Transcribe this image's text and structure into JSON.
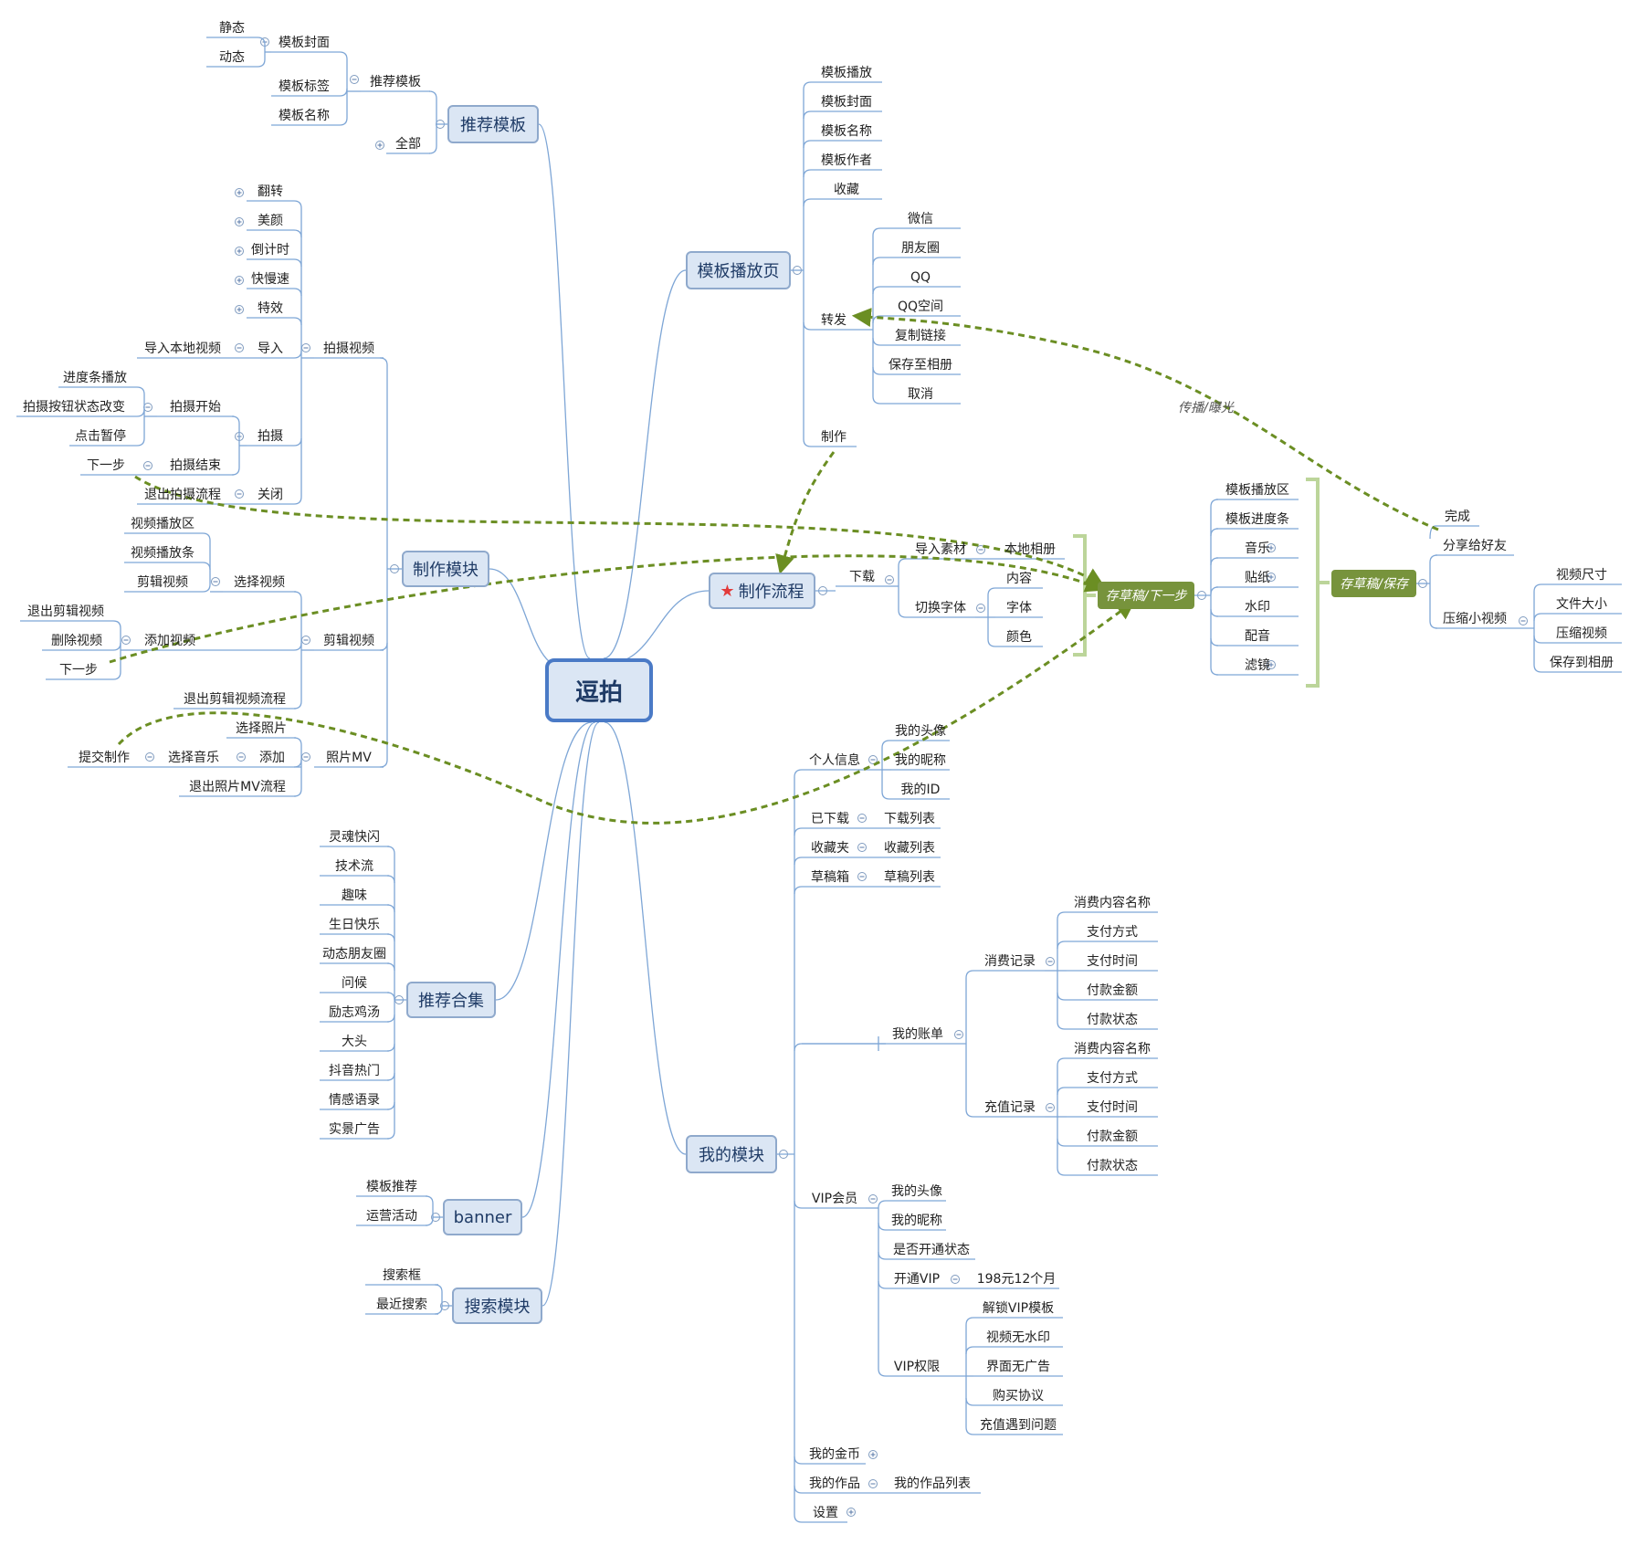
{
  "root": "逗拍",
  "topics": {
    "recommend_template": "推荐模板",
    "template_play_page": "模板播放页",
    "make_module": "制作模块",
    "make_flow": "制作流程",
    "recommend_collection": "推荐合集",
    "banner": "banner",
    "search_module": "搜索模块",
    "my_module": "我的模块"
  },
  "recommend_template": {
    "static": "静态",
    "dynamic": "动态",
    "template_cover": "模板封面",
    "template_tag": "模板标签",
    "template_name": "模板名称",
    "recommend_tpl": "推荐模板",
    "all": "全部"
  },
  "make_module": {
    "flip": "翻转",
    "beauty": "美颜",
    "countdown": "倒计时",
    "speed": "快慢速",
    "effects": "特效",
    "import_local_video": "导入本地视频",
    "import": "导入",
    "progress_play": "进度条播放",
    "btn_state_change": "拍摄按钮状态改变",
    "tap_pause": "点击暂停",
    "next_step_1": "下一步",
    "shoot_start": "拍摄开始",
    "shoot_end": "拍摄结束",
    "shoot": "拍摄",
    "exit_shoot_flow": "退出拍摄流程",
    "close": "关闭",
    "shoot_video": "拍摄视频",
    "video_play_area": "视频播放区",
    "video_play_bar": "视频播放条",
    "clip_video": "剪辑视频",
    "select_video": "选择视频",
    "exit_clip_video": "退出剪辑视频",
    "delete_video": "删除视频",
    "next_step_2": "下一步",
    "add_video": "添加视频",
    "edit_video": "剪辑视频",
    "exit_clip_flow": "退出剪辑视频流程",
    "select_photo": "选择照片",
    "submit_make": "提交制作",
    "select_music": "选择音乐",
    "add": "添加",
    "photo_mv": "照片MV",
    "exit_photo_mv_flow": "退出照片MV流程"
  },
  "collection_items": [
    "灵魂快闪",
    "技术流",
    "趣味",
    "生日快乐",
    "动态朋友圈",
    "问候",
    "励志鸡汤",
    "大头",
    "抖音热门",
    "情感语录",
    "实景广告"
  ],
  "banner_items": [
    "模板推荐",
    "运营活动"
  ],
  "search_items": [
    "搜索框",
    "最近搜索"
  ],
  "template_play_page": {
    "items": [
      "模板播放",
      "模板封面",
      "模板名称",
      "模板作者",
      "收藏"
    ],
    "forward": "转发",
    "forward_items": [
      "微信",
      "朋友圈",
      "QQ",
      "QQ空间",
      "复制链接",
      "保存至相册",
      "取消"
    ],
    "make": "制作"
  },
  "make_flow": {
    "download": "下载",
    "import_material": "导入素材",
    "local_album": "本地相册",
    "switch_font": "切换字体",
    "content": "内容",
    "font": "字体",
    "color": "颜色",
    "draft_next": "存草稿/下一步",
    "editor_items": [
      "模板播放区",
      "模板进度条",
      "音乐",
      "贴纸",
      "水印",
      "配音",
      "滤镜"
    ],
    "draft_save": "存草稿/保存",
    "done": "完成",
    "share_friend": "分享给好友",
    "compress_video": "压缩小视频",
    "compress_items": [
      "视频尺寸",
      "文件大小",
      "压缩视频",
      "保存到相册"
    ],
    "spread_label": "传播/曝光"
  },
  "my_module": {
    "personal_info": "个人信息",
    "info_items": [
      "我的头像",
      "我的昵称",
      "我的ID"
    ],
    "downloaded": "已下载",
    "download_list": "下载列表",
    "favorites": "收藏夹",
    "favorite_list": "收藏列表",
    "drafts": "草稿箱",
    "draft_list": "草稿列表",
    "my_bill": "我的账单",
    "consume_record": "消费记录",
    "recharge_record": "充值记录",
    "record_items": [
      "消费内容名称",
      "支付方式",
      "支付时间",
      "付款金额",
      "付款状态"
    ],
    "vip": "VIP会员",
    "vip_items": [
      "我的头像",
      "我的昵称",
      "是否开通状态"
    ],
    "open_vip": "开通VIP",
    "vip_price": "198元12个月",
    "vip_rights": "VIP权限",
    "rights_items": [
      "解锁VIP模板",
      "视频无水印",
      "界面无广告",
      "购买协议",
      "充值遇到问题"
    ],
    "coins": "我的金币",
    "works": "我的作品",
    "works_list": "我的作品列表",
    "settings": "设置"
  },
  "colors": {
    "line": "#7ea6d6",
    "relation": "#6b8e23",
    "bracket": "#bcd59a"
  }
}
